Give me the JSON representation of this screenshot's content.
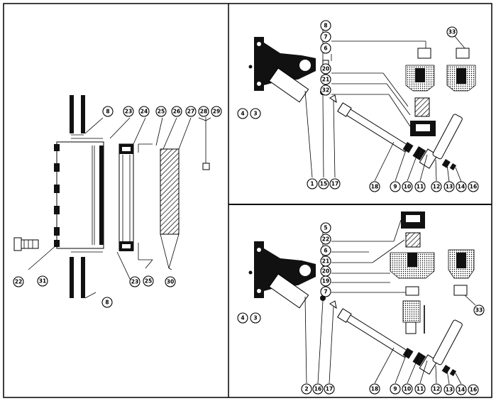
{
  "callouts": {
    "left": [
      "8",
      "23",
      "24",
      "25",
      "26",
      "27",
      "28",
      "29",
      "22",
      "31",
      "23",
      "25",
      "30",
      "8"
    ],
    "top_right": [
      "8",
      "7",
      "6",
      "33",
      "4",
      "3",
      "20",
      "21",
      "32",
      "1",
      "15",
      "17",
      "18",
      "9",
      "10",
      "11",
      "12",
      "13",
      "14",
      "16"
    ],
    "bottom_right": [
      "5",
      "22",
      "6",
      "21",
      "20",
      "19",
      "7",
      "4",
      "3",
      "33",
      "2",
      "16",
      "17",
      "18",
      "9",
      "10",
      "11",
      "12",
      "13",
      "14",
      "16"
    ]
  }
}
